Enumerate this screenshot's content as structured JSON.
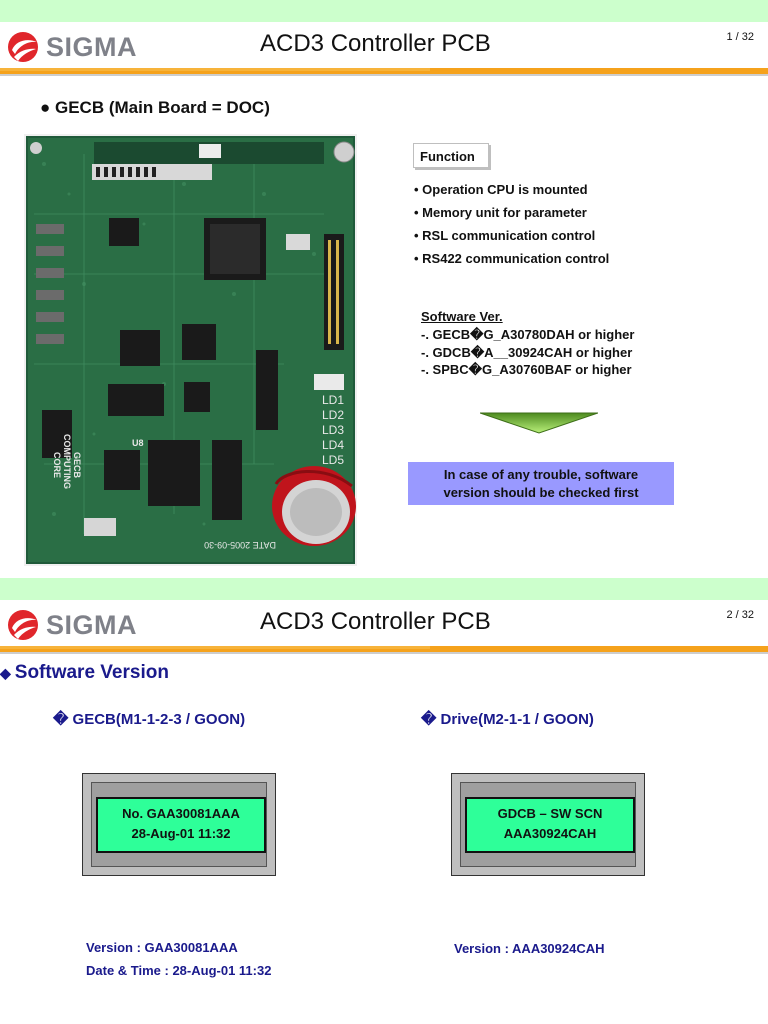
{
  "brand": {
    "name": "SIGMA",
    "logo_color": "#e0262b"
  },
  "slide1": {
    "title": "ACD3 Controller PCB",
    "page": "1 / 32",
    "heading": "● GECB (Main Board = DOC)",
    "pcb_labels": {
      "gecb": "GECB",
      "computing": "COMPUTING",
      "core": "CORE",
      "u8": "U8",
      "leds": [
        "LD1",
        "LD2",
        "LD3",
        "LD4",
        "LD5"
      ],
      "date": "DATE 2005-09-30"
    },
    "function_label": "Function",
    "function_items": [
      "• Operation CPU is mounted",
      "• Memory unit for parameter",
      "• RSL communication control",
      "• RS422 communication control"
    ],
    "software_title": "Software Ver.",
    "software_lines": [
      "-. GECB�G_A30780DAH or higher",
      "-. GDCB�A__30924CAH or higher",
      "-. SPBC�G_A30760BAF or higher"
    ],
    "note": [
      "In case of any trouble, software",
      "version should be checked first"
    ]
  },
  "slide2": {
    "title": "ACD3 Controller PCB",
    "page": "2 / 32",
    "heading": "Software Version",
    "left": {
      "subtitle": "� GECB(M1-1-2-3  /  GOON)",
      "lcd": [
        "No. GAA30081AAA",
        "28-Aug-01 11:32"
      ],
      "version": "Version : GAA30081AAA",
      "datetime": "Date & Time : 28-Aug-01   11:32"
    },
    "right": {
      "subtitle": "� Drive(M2-1-1  /  GOON)",
      "lcd": [
        "GDCB – SW  SCN",
        "AAA30924CAH"
      ],
      "version": "Version : AAA30924CAH"
    }
  },
  "colors": {
    "topbar": "#ccffcc",
    "rule": "#f5a21c",
    "note_bg": "#9999ff",
    "lcd": "#2eff99",
    "heading_blue": "#1a1a8c"
  }
}
